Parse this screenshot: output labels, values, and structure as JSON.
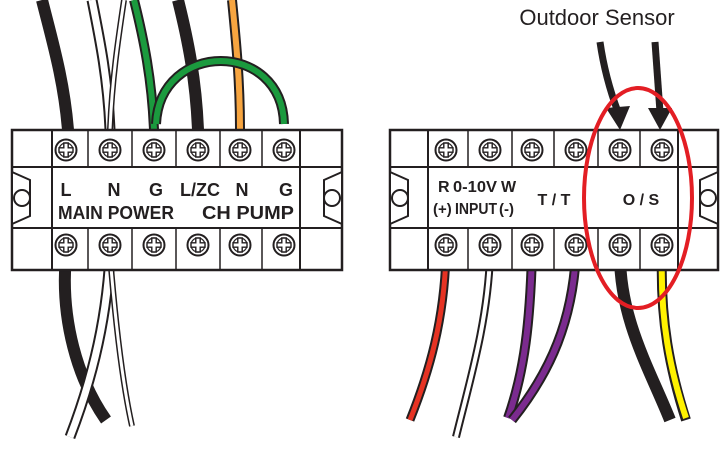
{
  "left_block": {
    "top_labels": [
      "L",
      "N",
      "G",
      "L/ZC",
      "N",
      "G"
    ],
    "group_labels": [
      "MAIN POWER",
      "CH PUMP"
    ]
  },
  "right_block": {
    "r_label": "R",
    "w_label": "W",
    "voltage_label": "0-10V",
    "input_label": "INPUT",
    "plus_label": "(+)",
    "minus_label": "(-)",
    "tt_label": "T / T",
    "os_label": "O / S"
  },
  "annotation": {
    "title": "Outdoor Sensor",
    "highlight_color": "#e31e24"
  },
  "wire_colors": {
    "black": "#231f20",
    "white": "#ffffff",
    "green": "#1b9a3e",
    "orange": "#f7a540",
    "red": "#e63323",
    "purple": "#7b2b8f",
    "yellow": "#fff200"
  }
}
